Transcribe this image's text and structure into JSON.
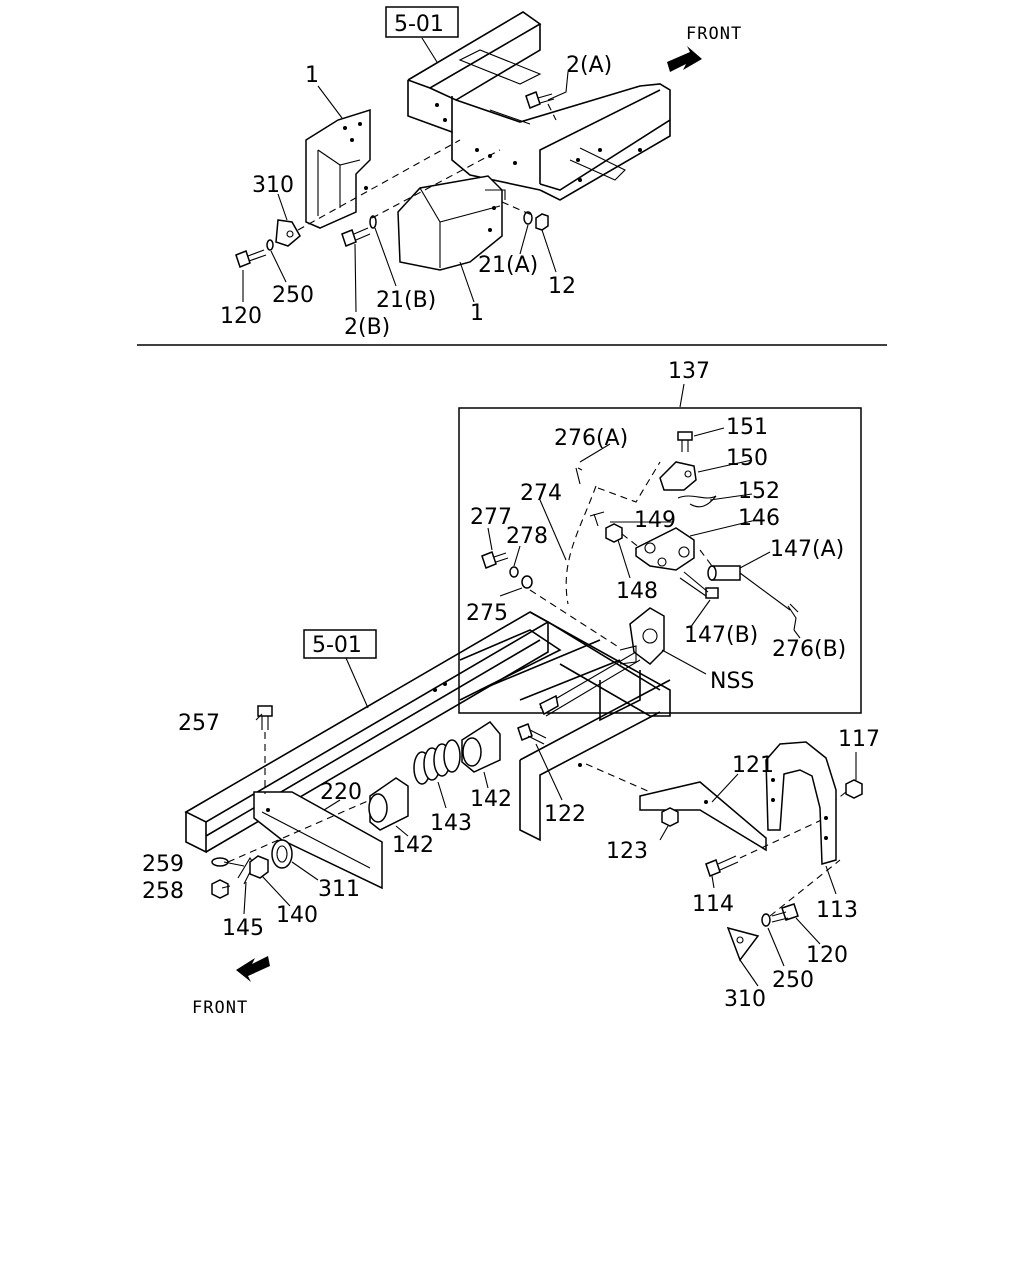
{
  "directions": {
    "front_top": "FRONT",
    "front_bottom": "FRONT"
  },
  "refs": {
    "top": "5-01",
    "bottom": "5-01"
  },
  "top_callouts": {
    "c1a": "1",
    "c2a": "2(A)",
    "c310": "310",
    "c120": "120",
    "c250": "250",
    "c2b": "2(B)",
    "c21b": "21(B)",
    "c1b": "1",
    "c21a": "21(A)",
    "c12": "12"
  },
  "group_label": "137",
  "inset_callouts": {
    "c276a": "276(A)",
    "c151": "151",
    "c150": "150",
    "c274": "274",
    "c152": "152",
    "c277": "277",
    "c278": "278",
    "c149": "149",
    "c146": "146",
    "c147a": "147(A)",
    "c148": "148",
    "c275": "275",
    "c147b": "147(B)",
    "c276b": "276(B)",
    "cnss": "NSS"
  },
  "lower_callouts": {
    "c257": "257",
    "c220": "220",
    "c142a": "142",
    "c143": "143",
    "c142b": "142",
    "c122": "122",
    "c121": "121",
    "c117": "117",
    "c123": "123",
    "c259": "259",
    "c258": "258",
    "c311": "311",
    "c140": "140",
    "c145": "145",
    "c114": "114",
    "c113": "113",
    "c120": "120",
    "c250": "250",
    "c310": "310"
  }
}
